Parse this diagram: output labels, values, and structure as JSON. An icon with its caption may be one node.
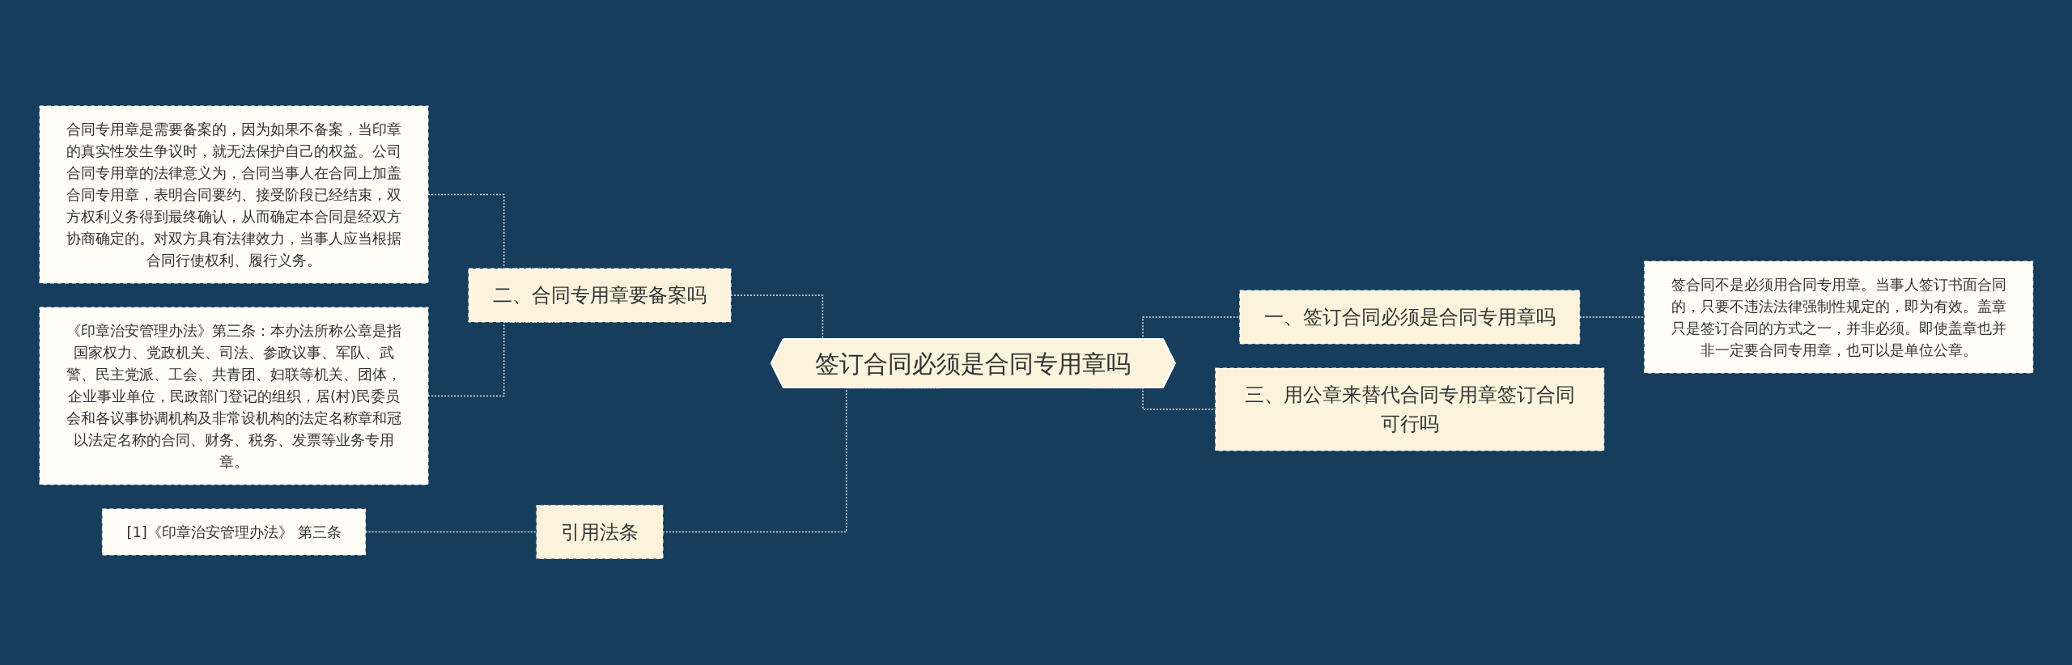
{
  "diagram": {
    "nodes": [
      {
        "text": [
          "签订合同必须是合同专用章吗"
        ]
      },
      {
        "text": [
          "一、签订合同必须是合同专用章吗"
        ]
      },
      {
        "text": [
          "签合同不是必须用合同专用章。当事人签订书面合同的，只要不违法法律强制性规定的，即为有效。盖章只是签订合同的方式之一，并非必须。即使盖章也并非一定要合同专用章，也可以是单位公章。"
        ]
      },
      {
        "text": [
          "二、合同专用章要备案吗"
        ]
      },
      {
        "text": [
          "合同专用章是需要备案的，因为如果不备案，当印章的真实性发生争议时，就无法保护自己的权益。公司合同专用章的法律意义为，合同当事人在合同上加盖合同专用章，表明合同要约、接受阶段已经结束，双方权利义务得到最终确认，从而确定本合同是经双方协商确定的。对双方具有法律效力，当事人应当根据合同行使权利、履行义务。"
        ]
      },
      {
        "text": [
          "《印章治安管理办法》第三条：本办法所称公章是指国家权力、党政机关、司法、参政议事、军队、武警、民主党派、工会、共青团、妇联等机关、团体，企业事业单位，民政部门登记的组织，居(村)民委员会和各议事协调机构及非常设机构的法定名称章和冠以法定名称的合同、财务、税务、发票等业务专用章。"
        ]
      },
      {
        "text": [
          "三、用公章来替代合同专用章签订合同可行吗"
        ]
      },
      {
        "text": [
          "引用法条"
        ]
      },
      {
        "text": [
          "[1]《印章治安管理办法》 第三条"
        ]
      }
    ],
    "edges": [
      {
        "from": 4,
        "to": 3,
        "arrow": "none",
        "style": "dashed"
      },
      {
        "from": 5,
        "to": 3,
        "arrow": "none",
        "style": "dashed"
      },
      {
        "from": 3,
        "to": 0,
        "arrow": "none",
        "style": "dashed"
      },
      {
        "from": 8,
        "to": 7,
        "arrow": "none",
        "style": "dashed"
      },
      {
        "from": 7,
        "to": 0,
        "arrow": "none",
        "style": "dashed"
      },
      {
        "from": 0,
        "to": 1,
        "arrow": "none",
        "style": "dashed"
      },
      {
        "from": 1,
        "to": 2,
        "arrow": "none",
        "style": "dashed"
      },
      {
        "from": 0,
        "to": 6,
        "arrow": "none",
        "style": "dashed"
      }
    ]
  }
}
